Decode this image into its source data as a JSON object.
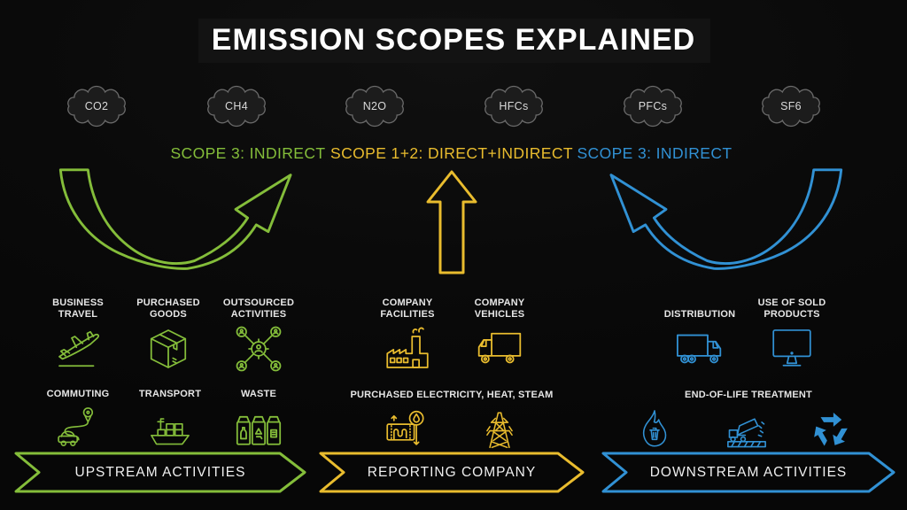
{
  "title": "EMISSION SCOPES EXPLAINED",
  "colors": {
    "background": "#0a0a0a",
    "green": "#84bd3a",
    "yellow": "#e9bc2e",
    "blue": "#3191d4",
    "cloud_fill": "#1c1c1c",
    "cloud_stroke": "#6a6a6a",
    "text": "#e6e6e6"
  },
  "gases": [
    "CO2",
    "CH4",
    "N2O",
    "HFCs",
    "PFCs",
    "SF6"
  ],
  "scopes": [
    {
      "label": "SCOPE 3: INDIRECT",
      "arrow": "u-curve-arrow-up-right"
    },
    {
      "label": "SCOPE 1+2: DIRECT+INDIRECT",
      "arrow": "straight-arrow-up"
    },
    {
      "label": "SCOPE 3: INDIRECT",
      "arrow": "u-curve-arrow-up-left"
    }
  ],
  "sections": [
    {
      "name": "upstream",
      "banner": "UPSTREAM ACTIVITIES",
      "row1": [
        {
          "label": "BUSINESS TRAVEL",
          "icon": "airplane-icon"
        },
        {
          "label": "PURCHASED GOODS",
          "icon": "package-box-icon"
        },
        {
          "label": "OUTSOURCED ACTIVITIES",
          "icon": "outsourcing-network-icon"
        }
      ],
      "row2": [
        {
          "label": "COMMUTING",
          "icon": "car-route-icon"
        },
        {
          "label": "TRANSPORT",
          "icon": "cargo-ship-icon"
        },
        {
          "label": "WASTE",
          "icon": "waste-bins-icon"
        }
      ]
    },
    {
      "name": "reporting-company",
      "banner": "REPORTING COMPANY",
      "row1": [
        {
          "label": "COMPANY FACILITIES",
          "icon": "factory-icon"
        },
        {
          "label": "COMPANY VEHICLES",
          "icon": "company-truck-icon"
        }
      ],
      "row2_label": "PURCHASED ELECTRICITY, HEAT, STEAM",
      "row2_icons": [
        "boiler-icon",
        "power-tower-icon"
      ]
    },
    {
      "name": "downstream",
      "banner": "DOWNSTREAM ACTIVITIES",
      "row1": [
        {
          "label": "DISTRIBUTION",
          "icon": "delivery-truck-icon"
        },
        {
          "label": "USE OF SOLD PRODUCTS",
          "icon": "monitor-icon"
        }
      ],
      "row2_label": "END-OF-LIFE TREATMENT",
      "row2_icons": [
        "incineration-icon",
        "landfill-icon",
        "recycle-icon"
      ]
    }
  ]
}
